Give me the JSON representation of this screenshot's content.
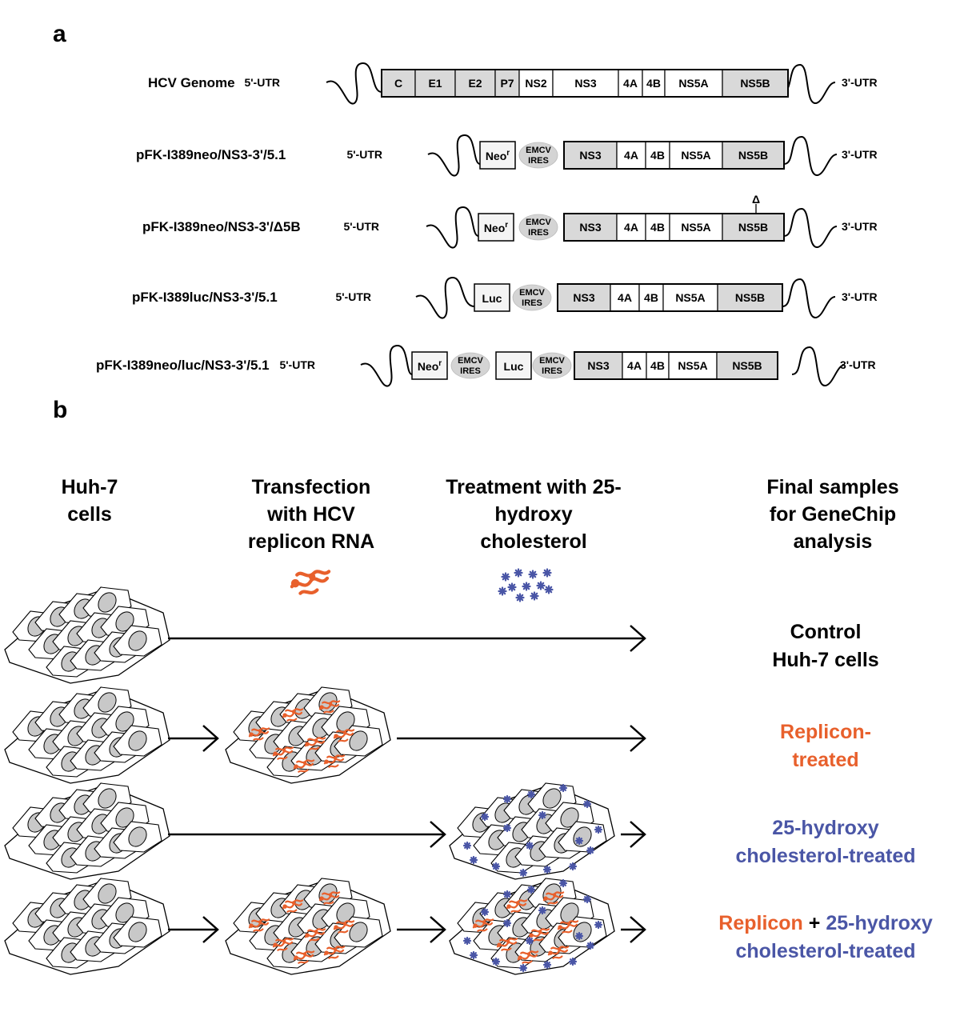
{
  "panel_a": {
    "letter": "a",
    "constructs": [
      {
        "name": "HCV Genome",
        "utr5": "5'-UTR",
        "utr3": "3'-UTR",
        "segments": [
          {
            "label": "C",
            "shade": "grey"
          },
          {
            "label": "E1",
            "shade": "grey"
          },
          {
            "label": "E2",
            "shade": "grey"
          },
          {
            "label": "P7",
            "shade": "grey"
          },
          {
            "label": "NS2",
            "shade": "white"
          },
          {
            "label": "NS3",
            "shade": "white"
          },
          {
            "label": "4A",
            "shade": "white"
          },
          {
            "label": "4B",
            "shade": "white"
          },
          {
            "label": "NS5A",
            "shade": "white"
          },
          {
            "label": "NS5B",
            "shade": "grey"
          }
        ]
      },
      {
        "name": "pFK-I389neo/NS3-3'/5.1",
        "utr5": "5'-UTR",
        "utr3": "3'-UTR",
        "reporters": [
          {
            "label": "Neo",
            "sup": "r"
          }
        ],
        "ires": [
          "EMCV",
          "IRES"
        ],
        "segments": [
          {
            "label": "NS3",
            "shade": "grey"
          },
          {
            "label": "4A",
            "shade": "white"
          },
          {
            "label": "4B",
            "shade": "white"
          },
          {
            "label": "NS5A",
            "shade": "white"
          },
          {
            "label": "NS5B",
            "shade": "grey"
          }
        ]
      },
      {
        "name": "pFK-I389neo/NS3-3'/Δ5B",
        "utr5": "5'-UTR",
        "utr3": "3'-UTR",
        "reporters": [
          {
            "label": "Neo",
            "sup": "r"
          }
        ],
        "ires": [
          "EMCV",
          "IRES"
        ],
        "deletion_marker": "Δ",
        "segments": [
          {
            "label": "NS3",
            "shade": "grey"
          },
          {
            "label": "4A",
            "shade": "white"
          },
          {
            "label": "4B",
            "shade": "white"
          },
          {
            "label": "NS5A",
            "shade": "white"
          },
          {
            "label": "NS5B",
            "shade": "grey"
          }
        ]
      },
      {
        "name": "pFK-I389luc/NS3-3'/5.1",
        "utr5": "5'-UTR",
        "utr3": "3'-UTR",
        "reporters": [
          {
            "label": "Luc",
            "sup": ""
          }
        ],
        "ires": [
          "EMCV",
          "IRES"
        ],
        "segments": [
          {
            "label": "NS3",
            "shade": "grey"
          },
          {
            "label": "4A",
            "shade": "white"
          },
          {
            "label": "4B",
            "shade": "white"
          },
          {
            "label": "NS5A",
            "shade": "white"
          },
          {
            "label": "NS5B",
            "shade": "grey"
          }
        ]
      },
      {
        "name": "pFK-I389neo/luc/NS3-3'/5.1",
        "utr5": "5'-UTR",
        "utr3": "3'-UTR",
        "reporters": [
          {
            "label": "Neo",
            "sup": "r"
          },
          {
            "label": "Luc",
            "sup": ""
          }
        ],
        "ires": [
          "EMCV",
          "IRES"
        ],
        "segments": [
          {
            "label": "NS3",
            "shade": "grey"
          },
          {
            "label": "4A",
            "shade": "white"
          },
          {
            "label": "4B",
            "shade": "white"
          },
          {
            "label": "NS5A",
            "shade": "white"
          },
          {
            "label": "NS5B",
            "shade": "grey"
          }
        ]
      }
    ]
  },
  "panel_b": {
    "letter": "b",
    "headers": {
      "cells": [
        "Huh-7",
        "cells"
      ],
      "transfection": [
        "Transfection",
        "with HCV",
        "replicon RNA"
      ],
      "treatment": [
        "Treatment with 25-",
        "hydroxy",
        "cholesterol"
      ],
      "final": [
        "Final samples",
        "for GeneChip",
        "analysis"
      ]
    },
    "rows": [
      {
        "outcome": [
          [
            "Control"
          ],
          [
            "Huh-7 cells"
          ]
        ]
      },
      {
        "outcome": [
          [
            "Replicon-"
          ],
          [
            "treated"
          ]
        ]
      },
      {
        "outcome": [
          [
            "25-hydroxy"
          ],
          [
            "cholesterol-treated"
          ]
        ]
      },
      {
        "outcome": [
          [
            "Replicon",
            " + ",
            "25-hydroxy"
          ],
          [
            "cholesterol-treated"
          ]
        ]
      }
    ]
  },
  "colors": {
    "replicon": "#e8602c",
    "cholesterol": "#4a56a6",
    "grey_segment": "#d9d9d9",
    "ires_fill": "#d4d4d4",
    "nucleus": "#c8c8c8",
    "text": "#000000"
  },
  "icons": [
    "rna-icon",
    "cholesterol-molecule-icon",
    "cell-layer-icon",
    "process-arrow-icon"
  ]
}
